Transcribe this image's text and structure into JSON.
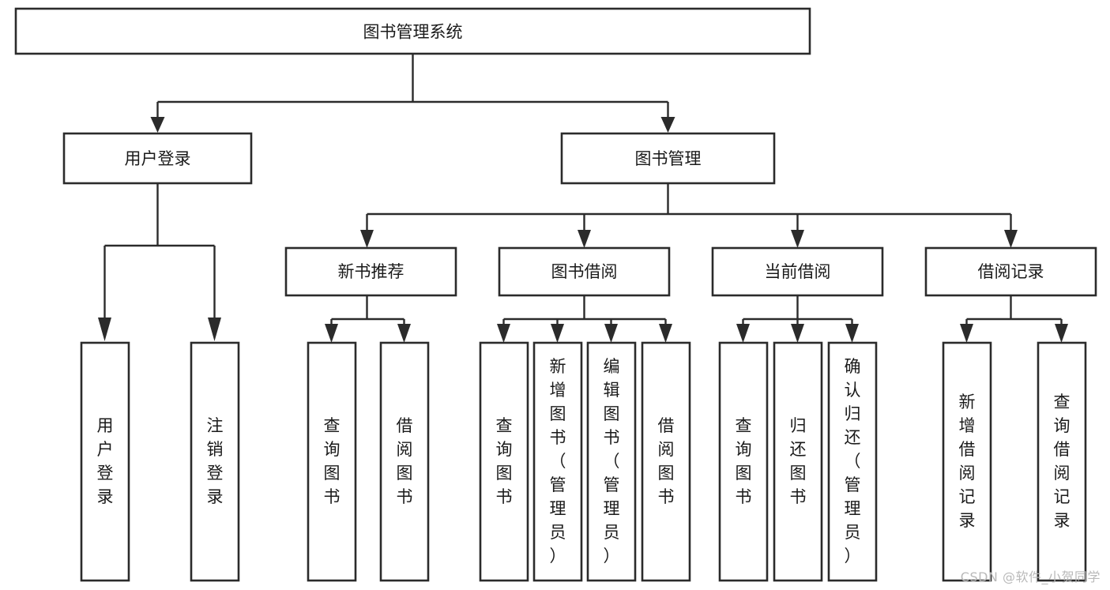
{
  "diagram": {
    "title": "图书管理系统",
    "watermark": "CSDN @软件_小贺同学",
    "colors": {
      "stroke": "#2b2b2b",
      "fill": "#ffffff",
      "text": "#1a1a1a",
      "background": "#ffffff",
      "watermark": "#b9b9b9"
    },
    "levels": {
      "root": {
        "label": "图书管理系统",
        "orientation": "horizontal"
      },
      "level2": [
        {
          "label": "用户登录",
          "orientation": "horizontal"
        },
        {
          "label": "图书管理",
          "orientation": "horizontal"
        }
      ],
      "level3": [
        {
          "label": "新书推荐",
          "orientation": "horizontal",
          "parent": "图书管理"
        },
        {
          "label": "图书借阅",
          "orientation": "horizontal",
          "parent": "图书管理"
        },
        {
          "label": "当前借阅",
          "orientation": "horizontal",
          "parent": "图书管理"
        },
        {
          "label": "借阅记录",
          "orientation": "horizontal",
          "parent": "图书管理"
        }
      ],
      "leaves": [
        {
          "label": "用户登录",
          "orientation": "vertical",
          "parent": "用户登录"
        },
        {
          "label": "注销登录",
          "orientation": "vertical",
          "parent": "用户登录"
        },
        {
          "label": "查询图书",
          "orientation": "vertical",
          "parent": "新书推荐"
        },
        {
          "label": "借阅图书",
          "orientation": "vertical",
          "parent": "新书推荐"
        },
        {
          "label": "查询图书",
          "orientation": "vertical",
          "parent": "图书借阅"
        },
        {
          "label": "新增图书（管理员）",
          "orientation": "vertical",
          "parent": "图书借阅"
        },
        {
          "label": "编辑图书（管理员）",
          "orientation": "vertical",
          "parent": "图书借阅"
        },
        {
          "label": "借阅图书",
          "orientation": "vertical",
          "parent": "图书借阅"
        },
        {
          "label": "查询图书",
          "orientation": "vertical",
          "parent": "当前借阅"
        },
        {
          "label": "归还图书",
          "orientation": "vertical",
          "parent": "当前借阅"
        },
        {
          "label": "确认归还（管理员）",
          "orientation": "vertical",
          "parent": "当前借阅"
        },
        {
          "label": "新增借阅记录",
          "orientation": "vertical",
          "parent": "借阅记录"
        },
        {
          "label": "查询借阅记录",
          "orientation": "vertical",
          "parent": "借阅记录"
        }
      ]
    }
  }
}
